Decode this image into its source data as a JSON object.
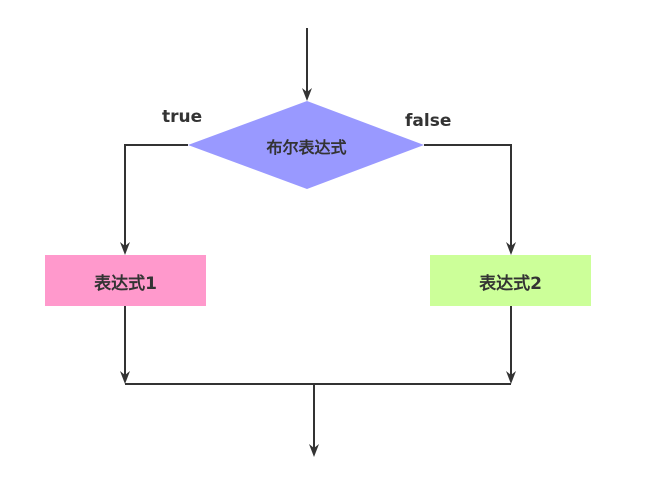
{
  "decision": {
    "label": "布尔表达式",
    "color": "#9999ff"
  },
  "branches": {
    "true_label": "true",
    "false_label": "false"
  },
  "box1": {
    "label": "表达式1",
    "color": "#ff99cc"
  },
  "box2": {
    "label": "表达式2",
    "color": "#ccff99"
  },
  "line_color": "#333333"
}
